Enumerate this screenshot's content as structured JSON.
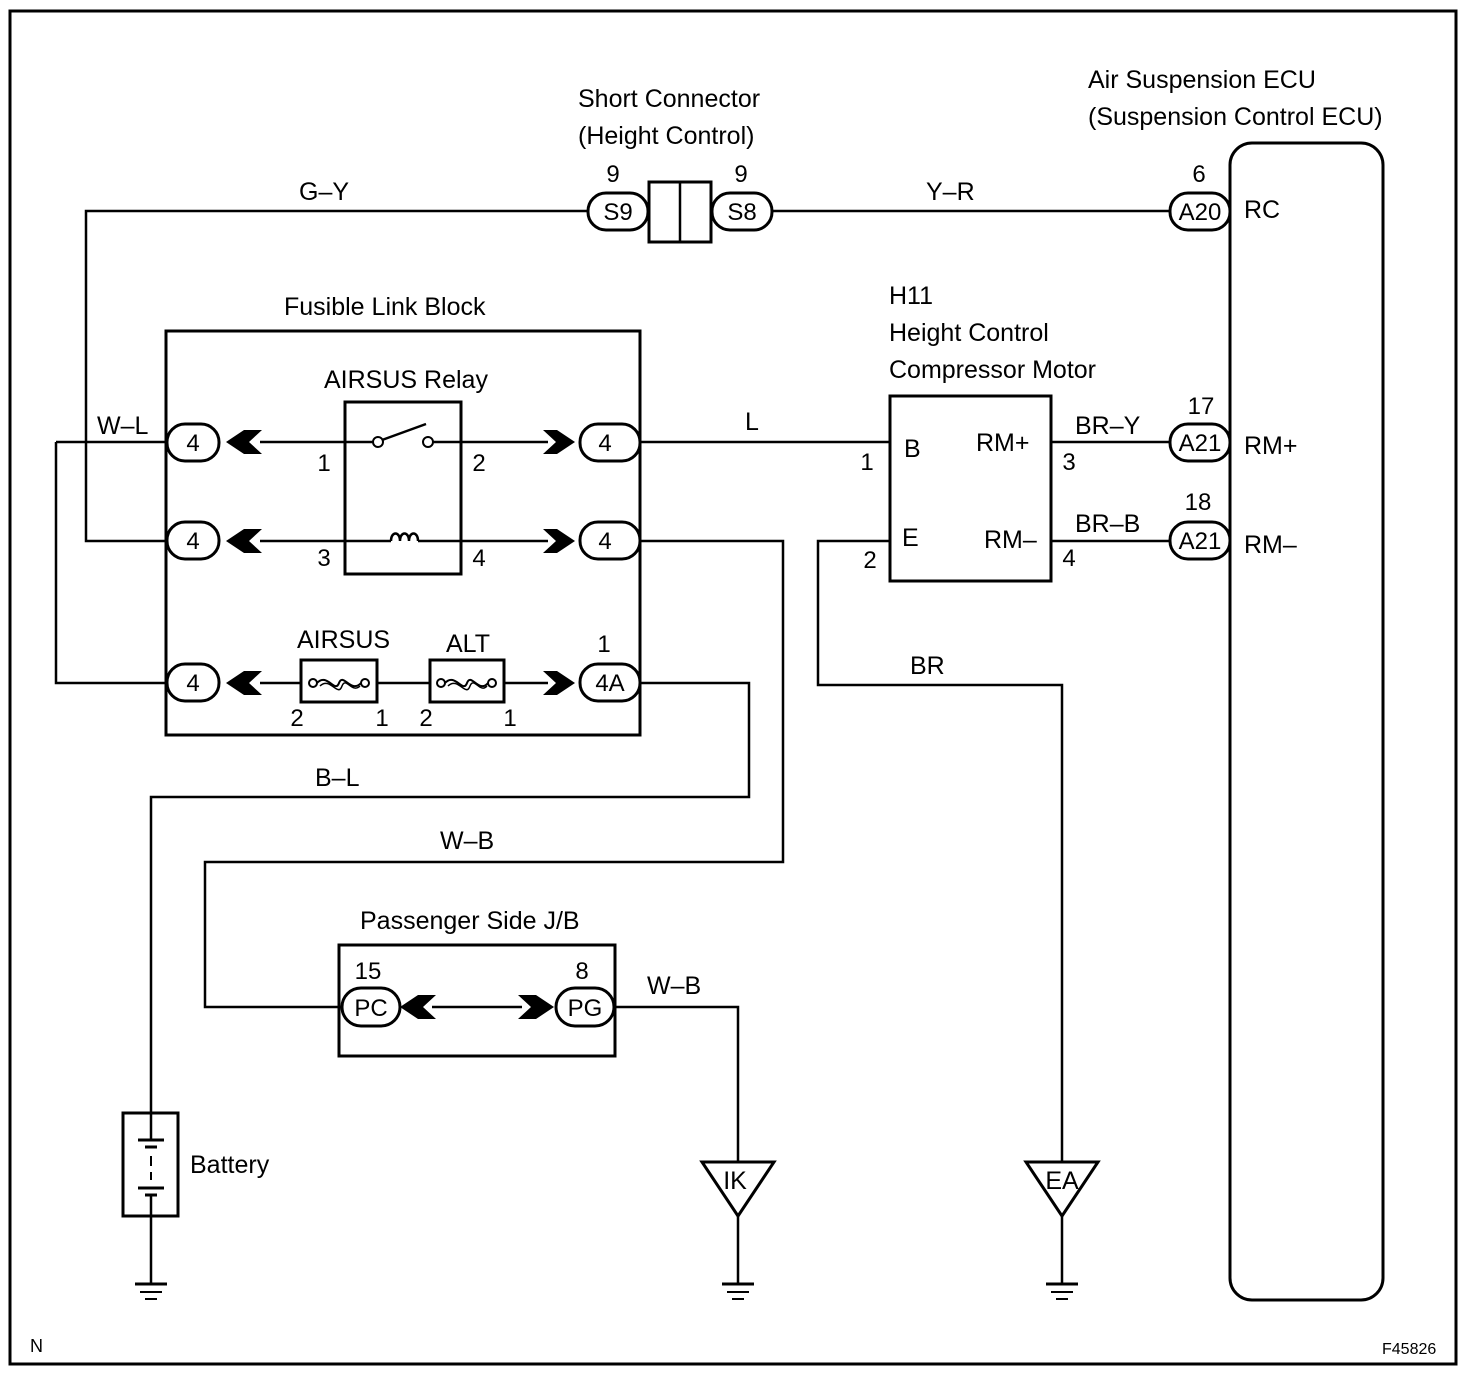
{
  "frame": {
    "corner_code": "N",
    "figure_id": "F45826"
  },
  "components": {
    "short_connector": {
      "name_line1": "Short Connector",
      "name_line2": "(Height Control)",
      "pin_left": "9",
      "pin_right": "9",
      "conn_left": "S9",
      "conn_right": "S8"
    },
    "ecu": {
      "name_line1": "Air Suspension ECU",
      "name_line2": "(Suspension Control ECU)",
      "pin_rc": "6",
      "conn_rc": "A20",
      "term_rc": "RC",
      "pin_rmp": "17",
      "conn_rmp": "A21",
      "term_rmp": "RM+",
      "pin_rmm": "18",
      "conn_rmm": "A21",
      "term_rmm": "RM–"
    },
    "fusible_link_block": {
      "name": "Fusible Link Block",
      "conn_left_1": "4",
      "conn_left_2": "4",
      "conn_left_3": "4",
      "conn_right_1": "4",
      "conn_right_2": "4",
      "conn_right_3": "4A",
      "pin_right_3": "1"
    },
    "relay": {
      "name": "AIRSUS Relay",
      "pin1": "1",
      "pin2": "2",
      "pin3": "3",
      "pin4": "4"
    },
    "fuse_airsus": {
      "name": "AIRSUS",
      "pin_a": "2",
      "pin_b": "1"
    },
    "fuse_alt": {
      "name": "ALT",
      "pin_a": "2",
      "pin_b": "1"
    },
    "motor": {
      "id": "H11",
      "name_line1": "Height Control",
      "name_line2": "Compressor Motor",
      "term_b": "B",
      "term_e": "E",
      "term_rmp": "RM+",
      "term_rmm": "RM–",
      "pin_b": "1",
      "pin_e": "2",
      "pin_rmp": "3",
      "pin_rmm": "4"
    },
    "junction_block": {
      "name": "Passenger Side J/B",
      "pin_pc": "15",
      "conn_pc": "PC",
      "pin_pg": "8",
      "conn_pg": "PG"
    },
    "battery": {
      "name": "Battery"
    },
    "grounds": {
      "ik": "IK",
      "ea": "EA"
    }
  },
  "wires": {
    "g_y": "G–Y",
    "y_r": "Y–R",
    "w_l": "W–L",
    "l": "L",
    "br_y": "BR–Y",
    "br_b": "BR–B",
    "br": "BR",
    "b_l": "B–L",
    "w_b_upper": "W–B",
    "w_b_lower": "W–B"
  }
}
